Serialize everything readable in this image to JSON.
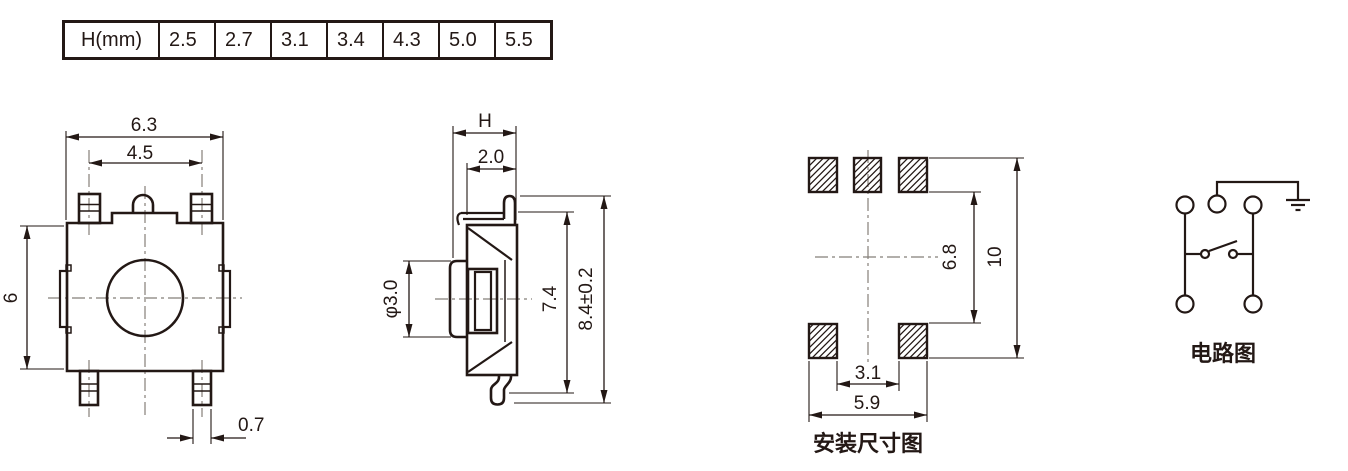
{
  "colors": {
    "line": "#231815",
    "centerline": "#857f79",
    "background": "#ffffff"
  },
  "height_table": {
    "header": "H(mm)",
    "values": [
      "2.5",
      "2.7",
      "3.1",
      "3.4",
      "4.3",
      "5.0",
      "5.5"
    ]
  },
  "front_view": {
    "dim_width": "6.3",
    "dim_lead_pitch": "4.5",
    "dim_height": "6",
    "dim_lead_width": "0.7"
  },
  "side_view": {
    "dim_total_height": "H",
    "dim_body_height": "2.0",
    "dim_button_diameter": "φ3.0",
    "dim_lead_span": "7.4",
    "dim_overall_width": "8.4±0.2"
  },
  "mounting_view": {
    "caption": "安装尺寸图",
    "dim_pad_inner_v": "6.8",
    "dim_overall_v": "10",
    "dim_pad_inner_h": "3.1",
    "dim_pad_outer_h": "5.9"
  },
  "circuit_view": {
    "caption": "电路图"
  }
}
